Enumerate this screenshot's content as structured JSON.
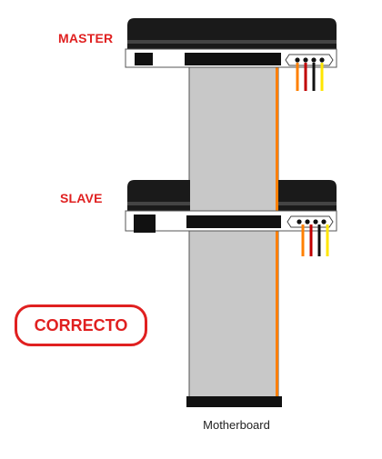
{
  "labels": {
    "master": "MASTER",
    "slave": "SLAVE",
    "verdict": "CORRECTO",
    "motherboard": "Motherboard"
  },
  "colors": {
    "label_red": "#e02020",
    "ribbon_gray": "#c8c8c8",
    "ribbon_stripe": "#ff7f00",
    "connector_black": "#111111",
    "drive_body": "#1a1a1a",
    "power_wires": [
      "#ff8000",
      "#c00000",
      "#111111",
      "#ffe600"
    ]
  },
  "components": {
    "drives": [
      "master-drive",
      "slave-drive"
    ],
    "cable": "ide-ribbon-cable",
    "power_connector": "molex-power-connector"
  }
}
